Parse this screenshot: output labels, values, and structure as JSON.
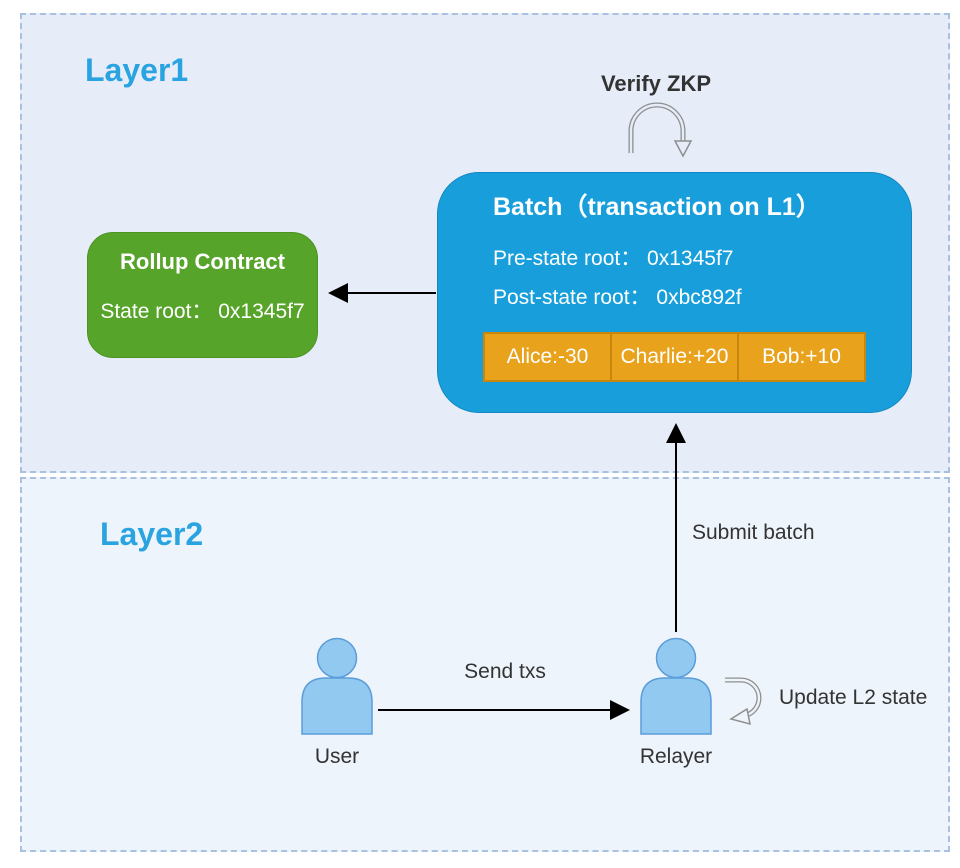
{
  "layer1": {
    "title": "Layer1",
    "verify_zkp_label": "Verify ZKP",
    "rollup_contract": {
      "title": "Rollup Contract",
      "state_root": "State root： 0x1345f7"
    },
    "batch": {
      "title": "Batch（transaction on L1）",
      "pre_state_root": "Pre-state root： 0x1345f7",
      "post_state_root": "Post-state root： 0xbc892f",
      "transactions": [
        "Alice:-30",
        "Charlie:+20",
        "Bob:+10"
      ]
    }
  },
  "layer2": {
    "title": "Layer2",
    "user_label": "User",
    "relayer_label": "Relayer",
    "send_txs_label": "Send txs",
    "submit_batch_label": "Submit batch",
    "update_l2_state_label": "Update L2 state"
  },
  "colors": {
    "layer_title_blue": "#2aa3e1",
    "batch_blue": "#189fdb",
    "contract_green": "#57a42a",
    "transaction_orange": "#e9a21b",
    "actor_blue": "#92c9f1",
    "panel1_bg": "#e6edf9",
    "panel2_bg": "#eef4fc",
    "dashed_border": "#a9c0de",
    "text_dark": "#333333"
  }
}
